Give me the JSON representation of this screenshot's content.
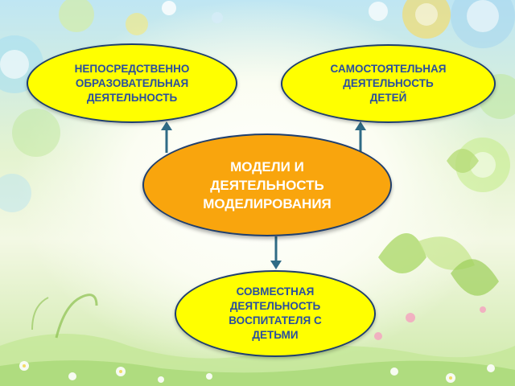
{
  "diagram": {
    "center": {
      "label": "МОДЕЛИ И\nДЕЯТЕЛЬНОСТЬ\nМОДЕЛИРОВАНИЯ"
    },
    "nodes": [
      {
        "label": "НЕПОСРЕДСТВЕННО\nОБРАЗОВАТЕЛЬНАЯ\nДЕЯТЕЛЬНОСТЬ"
      },
      {
        "label": "САМОСТОЯТЕЛЬНАЯ\nДЕЯТЕЛЬНОСТЬ\nДЕТЕЙ"
      },
      {
        "label": "СОВМЕСТНАЯ\nДЕЯТЕЛЬНОСТЬ\nВОСПИТАТЕЛЯ С\nДЕТЬМИ"
      }
    ]
  },
  "colors": {
    "center_fill": "#f9a50d",
    "node_fill": "#ffff00",
    "node_text": "#2a4f9e",
    "outline": "#1f3f6e",
    "arrow": "#2f6b86"
  },
  "icons": [
    "arrow-up-icon",
    "arrow-up-icon",
    "arrow-down-icon"
  ]
}
